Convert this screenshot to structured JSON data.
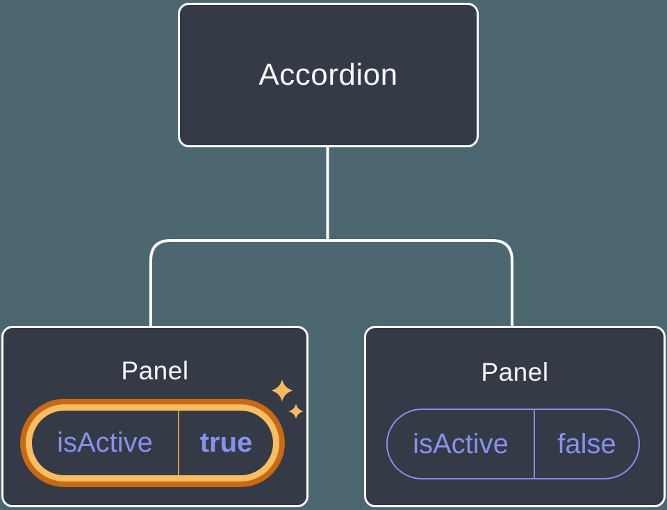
{
  "tree": {
    "root": {
      "label": "Accordion"
    },
    "children": [
      {
        "label": "Panel",
        "prop": {
          "name": "isActive",
          "value": "true"
        },
        "highlighted": true
      },
      {
        "label": "Panel",
        "prop": {
          "name": "isActive",
          "value": "false"
        },
        "highlighted": false
      }
    ]
  },
  "icons": {
    "sparkles": "four-point-star-sparkles"
  },
  "colors": {
    "background": "#4D6771",
    "card": "#343A46",
    "connector": "#FFFFFF",
    "label_text": "#F6F7F9",
    "prop_text": "#8891EC",
    "inactive_outline": "#8891EC",
    "highlight_ring_outer": "#C76A15",
    "highlight_ring_inner": "#FABD62",
    "highlight_divider": "#D89A50",
    "sparkle": "#F8BA5E"
  }
}
